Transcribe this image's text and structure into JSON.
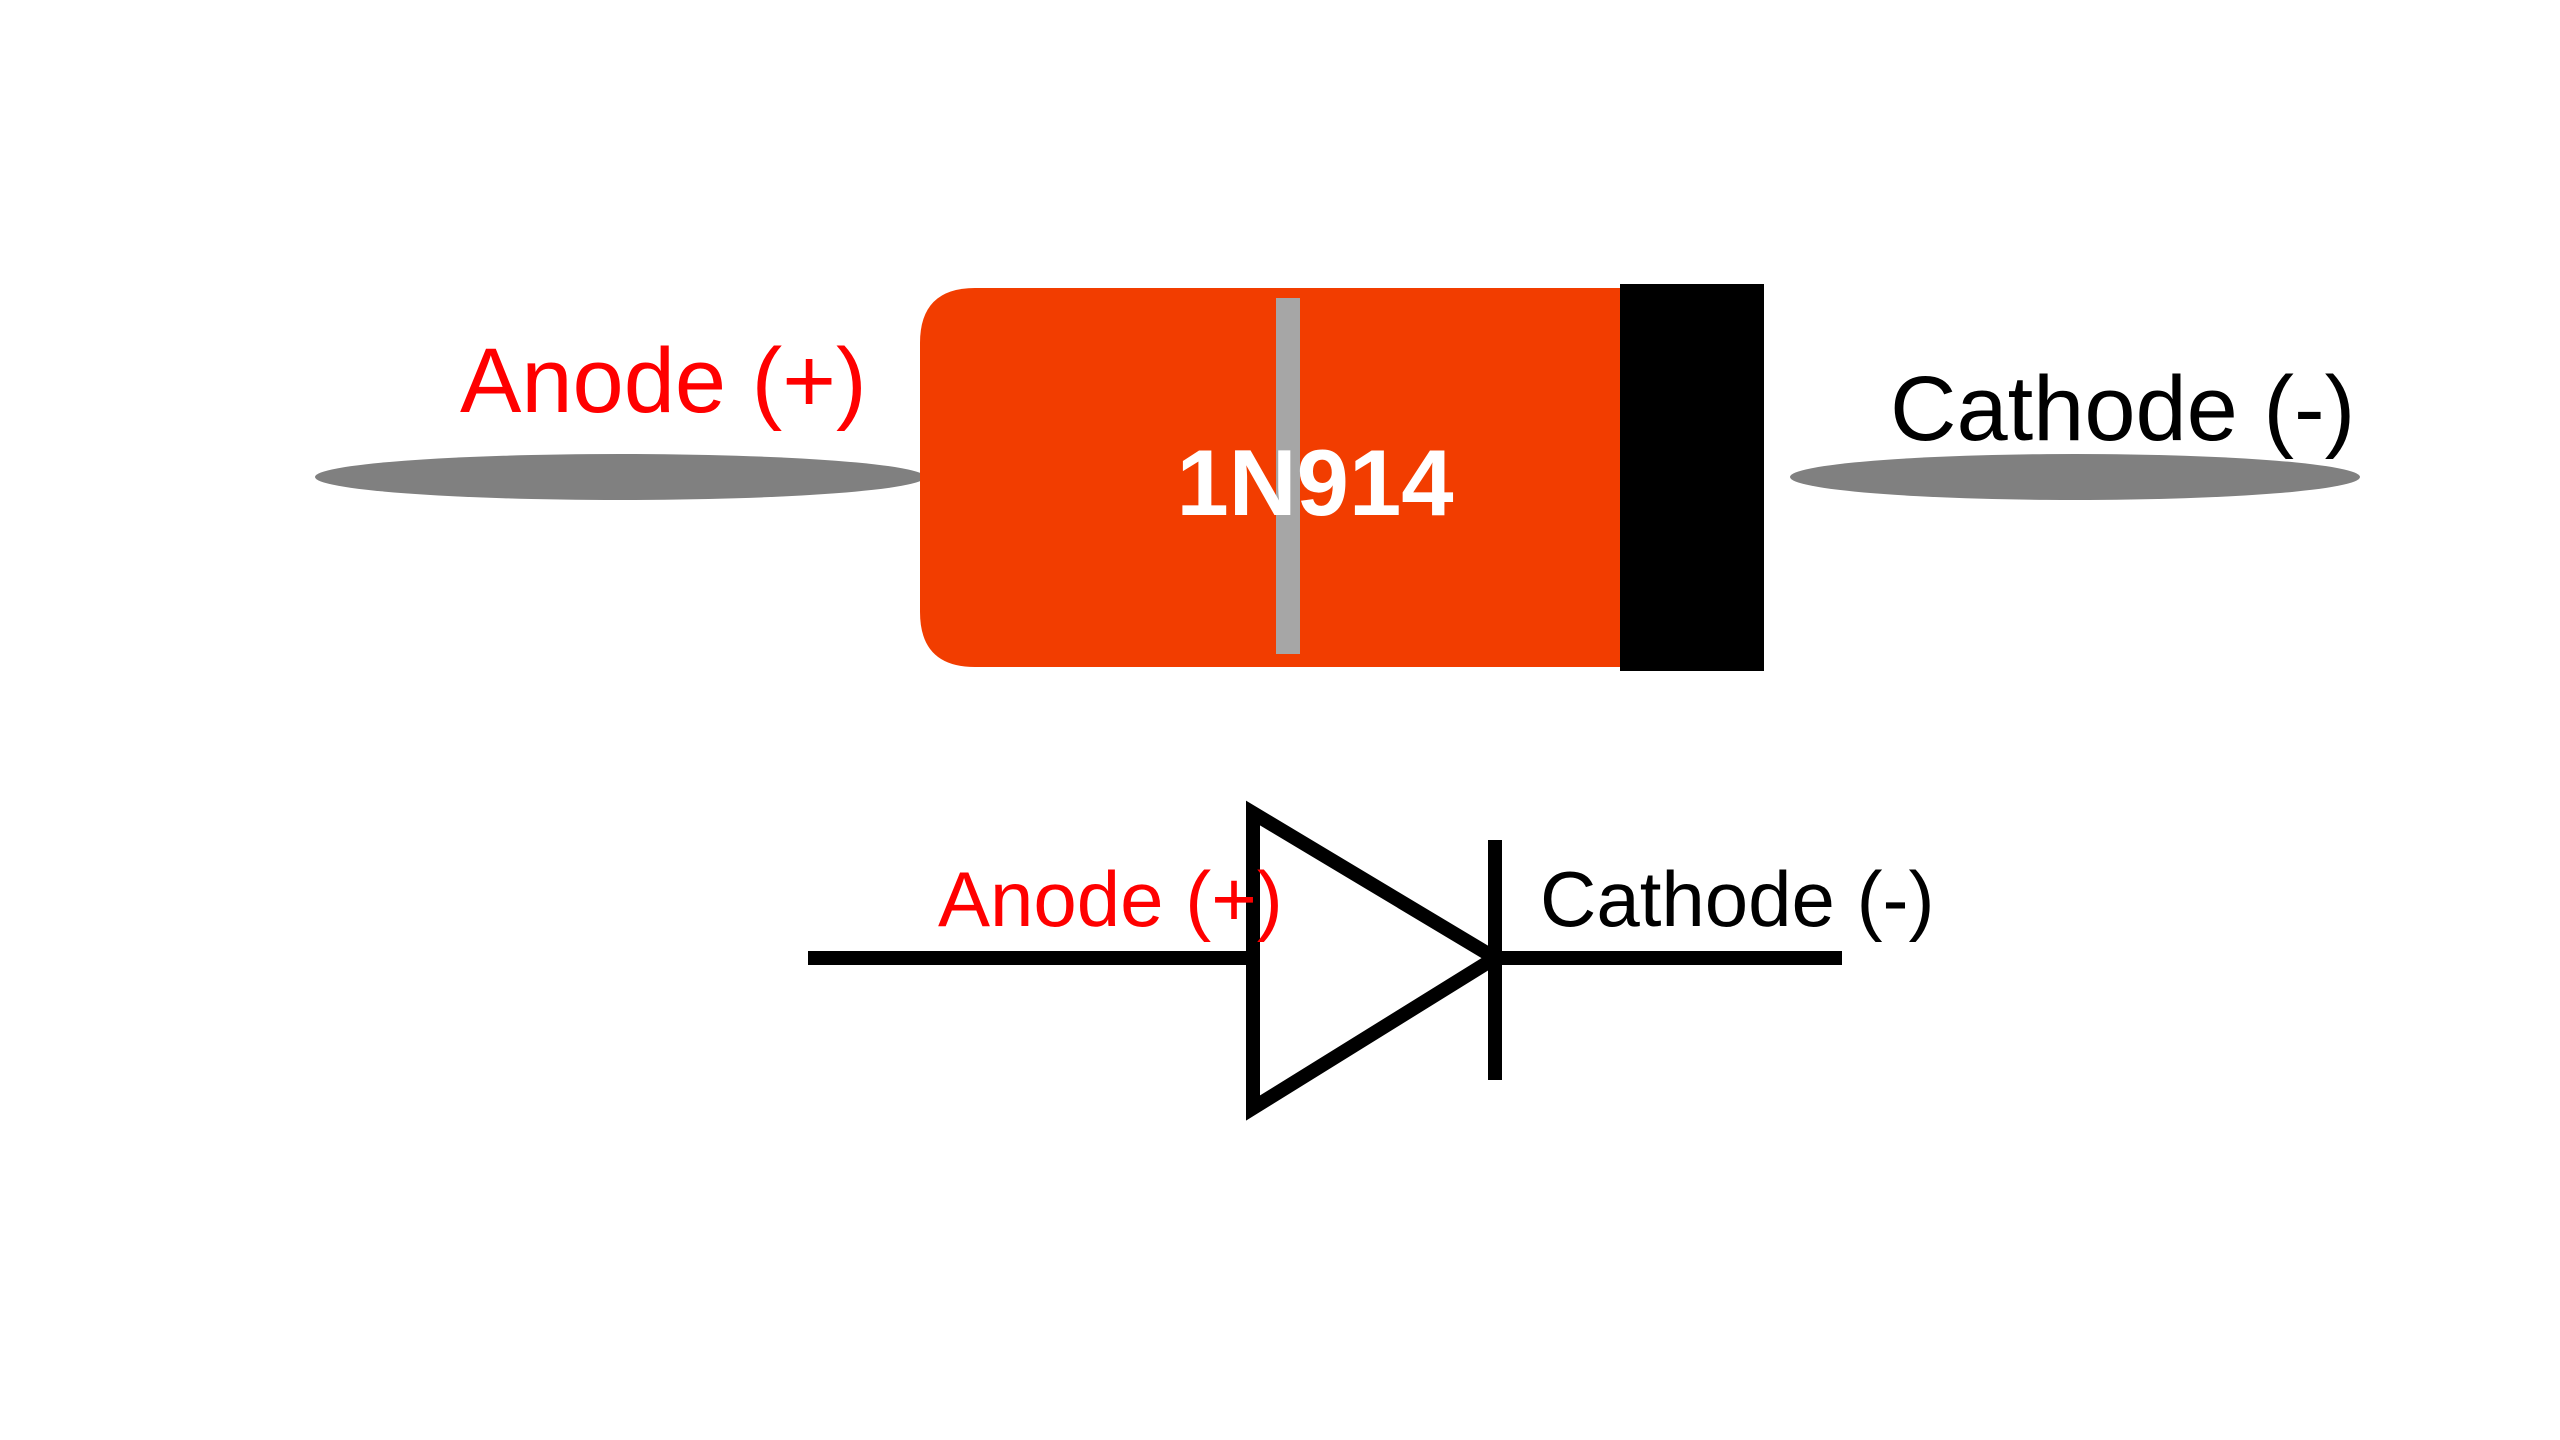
{
  "diode": {
    "part_number": "1N914",
    "anode_label": "Anode (+)",
    "cathode_label": "Cathode (-)",
    "colors": {
      "body": "#F23D00",
      "cathode_band": "#000000",
      "leads": "#808080",
      "marking_stripe": "#A6A6A6",
      "part_text": "#FFFFFF",
      "anode_text": "#FF0000",
      "cathode_text": "#000000"
    }
  },
  "symbol": {
    "anode_label": "Anode (+)",
    "cathode_label": "Cathode (-)",
    "colors": {
      "lines": "#000000",
      "anode_text": "#FF0000",
      "cathode_text": "#000000"
    }
  }
}
